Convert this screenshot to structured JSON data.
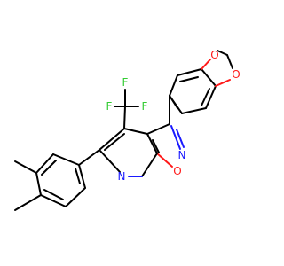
{
  "molecule": {
    "atom_labels": {
      "F1": "F",
      "F2": "F",
      "F3": "F",
      "O_dioxole_top": "O",
      "O_dioxole_right": "O",
      "N_isoxazole": "N",
      "O_isoxazole": "O",
      "N_pyridine": "N"
    },
    "colors": {
      "carbon": "#000000",
      "nitrogen": "#1a1aff",
      "oxygen": "#ff1a1a",
      "fluorine": "#33cc33"
    }
  }
}
